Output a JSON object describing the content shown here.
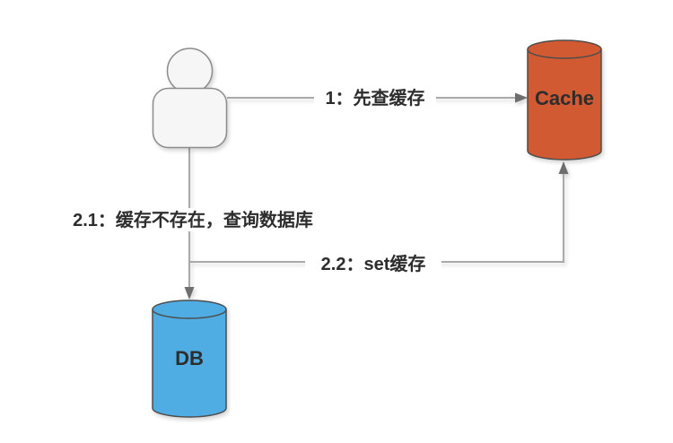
{
  "diagram": {
    "description": "cache lookup flow",
    "nodes": {
      "user": {
        "type": "actor",
        "label": ""
      },
      "cache": {
        "type": "cylinder",
        "label": "Cache",
        "fill": "#D15A32"
      },
      "db": {
        "type": "cylinder",
        "label": "DB",
        "fill": "#4FADE3"
      }
    },
    "edges": {
      "step1": {
        "label": "1：先查缓存",
        "from": "user",
        "to": "cache"
      },
      "step2_1": {
        "label": "2.1：缓存不存在，查询数据库",
        "from": "user",
        "to": "db"
      },
      "step2_2": {
        "label": "2.2：set缓存",
        "from": "user-db-edge",
        "to": "cache"
      }
    },
    "colors": {
      "canvas_bg": "#FFFFFF",
      "edge_line": "#A9A9A9",
      "arrowhead": "#6E6E6E",
      "actor_fill": "#F6F6F6",
      "actor_stroke": "#8C8C8C",
      "cylinder_stroke": "#4D4D4D",
      "cache_fill": "#D15A32",
      "db_fill": "#4FADE3",
      "label_text": "#2D2D2D",
      "label_bg": "#FFFFFF"
    }
  }
}
